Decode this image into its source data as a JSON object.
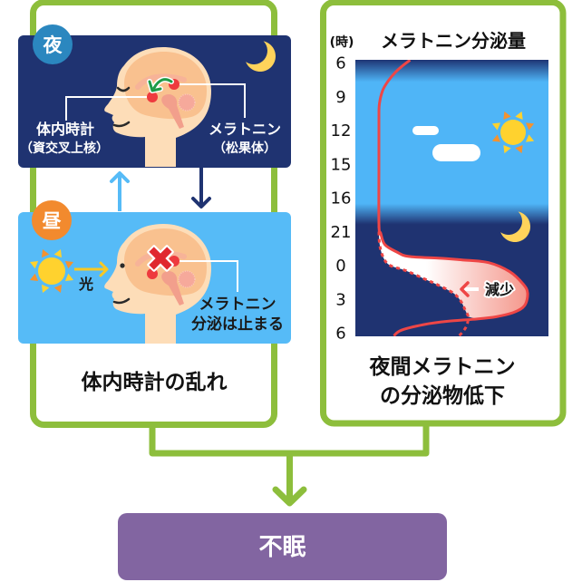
{
  "night_panel": {
    "badge": "夜",
    "left_label": "体内時計",
    "left_sub": "（資交叉上核）",
    "right_label": "メラトニン",
    "right_sub": "（松果体）"
  },
  "day_panel": {
    "badge": "昼",
    "light_label": "光",
    "right_label": "メラトニン",
    "right_sub": "分泌は止まる"
  },
  "left_box": {
    "caption": "体内時計の乱れ"
  },
  "right_box": {
    "caption_line1": "夜間メラトニン",
    "caption_line2": "の分泌物低下"
  },
  "result": {
    "label": "不眠"
  },
  "colors": {
    "frame_green": "#8DBE3C",
    "night_bg": "#1F3371",
    "day_bg": "#56BBF7",
    "night_badge": "#2B87BF",
    "day_badge": "#F28A2E",
    "result_bg": "#8265A1",
    "curve_red": "#EE4646",
    "sun_yellow": "#FFD22E",
    "sun_orange": "#F4922F",
    "moon_yellow": "#FFD35B"
  },
  "chart_data": {
    "type": "line",
    "title": "メラトニン分泌量",
    "time_unit_label": "(時)",
    "orientation": "time runs top-to-bottom, secretion level increases to the right",
    "y_tick_labels": [
      "6",
      "9",
      "12",
      "15",
      "16",
      "21",
      "0",
      "3",
      "6"
    ],
    "time_axis": "hours after 6:00 (0–24)",
    "value_axis": "relative melatonin secretion (0–1)",
    "background_periods": [
      "night (6:00)",
      "day (9–16)",
      "night (21–6)"
    ],
    "series": [
      {
        "name": "normal",
        "style": "solid",
        "points": [
          [
            -0.3,
            0.21
          ],
          [
            0.2,
            0.16
          ],
          [
            0.8,
            0.11
          ],
          [
            1.6,
            0.06
          ],
          [
            2.4,
            0.025
          ],
          [
            3.6,
            0.003
          ],
          [
            5,
            0
          ],
          [
            9,
            0
          ],
          [
            14.3,
            0
          ],
          [
            15.1,
            0.012
          ],
          [
            16.1,
            0.04
          ],
          [
            16.75,
            0.12
          ],
          [
            17.15,
            0.2
          ],
          [
            17.3,
            0.4
          ],
          [
            17.45,
            0.56
          ],
          [
            17.7,
            0.74
          ],
          [
            18.5,
            0.88
          ],
          [
            19.6,
            0.97
          ],
          [
            20.4,
            1.0
          ],
          [
            21.5,
            0.98
          ],
          [
            22.1,
            0.91
          ],
          [
            22.5,
            0.79
          ],
          [
            22.7,
            0.66
          ],
          [
            22.9,
            0.47
          ],
          [
            23.2,
            0.3
          ],
          [
            23.7,
            0.15
          ],
          [
            24.2,
            0.1
          ]
        ]
      },
      {
        "name": "reduced",
        "style": "dashed",
        "points": [
          [
            14.3,
            0
          ],
          [
            15.9,
            0.003
          ],
          [
            17.1,
            0.025
          ],
          [
            17.9,
            0.07
          ],
          [
            18.4,
            0.18
          ],
          [
            19.1,
            0.3
          ],
          [
            19.7,
            0.4
          ],
          [
            20.4,
            0.5
          ],
          [
            21.1,
            0.55
          ],
          [
            21.9,
            0.58
          ],
          [
            22.5,
            0.6
          ],
          [
            23.3,
            0.59
          ],
          [
            23.9,
            0.56
          ],
          [
            24.3,
            0.53
          ]
        ]
      }
    ],
    "annotation": {
      "label": "減少",
      "arrow": "left"
    }
  }
}
